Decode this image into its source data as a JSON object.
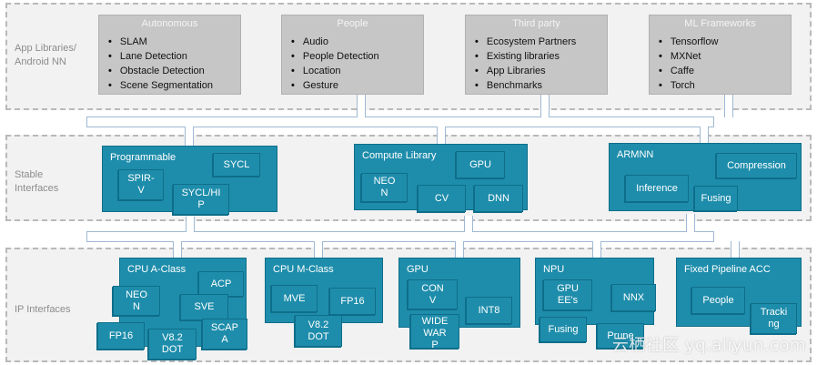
{
  "layers": {
    "app": "App Libraries/\nAndroid NN",
    "stable": "Stable\nInterfaces",
    "ip": "IP Interfaces"
  },
  "app_boxes": [
    {
      "title": "Autonomous",
      "items": [
        "SLAM",
        "Lane Detection",
        "Obstacle Detection",
        "Scene Segmentation"
      ]
    },
    {
      "title": "People",
      "items": [
        "Audio",
        "People Detection",
        "Location",
        "Gesture"
      ]
    },
    {
      "title": "Third party",
      "items": [
        "Ecosystem Partners",
        "Existing libraries",
        "App Libraries",
        "Benchmarks"
      ]
    },
    {
      "title": "ML Frameworks",
      "items": [
        "Tensorflow",
        "MXNet",
        "Caffe",
        "Torch"
      ]
    }
  ],
  "stable_boxes": {
    "programmable": {
      "title": "Programmable",
      "sycl": "SYCL",
      "spirv": "SPIR-\nV",
      "syclhip": "SYCL/HI\nP"
    },
    "compute": {
      "title": "Compute Library",
      "gpu": "GPU",
      "neon": "NEO\nN",
      "cv": "CV",
      "dnn": "DNN"
    },
    "armnn": {
      "title": "ARMNN",
      "compression": "Compression",
      "inference": "Inference",
      "fusing": "Fusing"
    }
  },
  "ip_boxes": {
    "cpua": {
      "title": "CPU A-Class",
      "acp": "ACP",
      "neon": "NEO\nN",
      "sve": "SVE",
      "scap": "SCAP\nA",
      "fp16": "FP16",
      "dot": "V8.2\nDOT"
    },
    "cpum": {
      "title": "CPU M-Class",
      "mve": "MVE",
      "fp16": "FP16",
      "dot": "V8.2\nDOT"
    },
    "gpu": {
      "title": "GPU",
      "conv": "CON\nV",
      "wide": "WIDE\nWAR\nP",
      "int8": "INT8"
    },
    "npu": {
      "title": "NPU",
      "gpuees": "GPU\nEE's",
      "nnx": "NNX",
      "fusing": "Fusing",
      "prune": "Prune"
    },
    "fixed": {
      "title": "Fixed Pipeline ACC",
      "people": "People",
      "tracking": "Tracki\nng"
    }
  },
  "watermark": "云栖社区 yq.aliyun.com"
}
